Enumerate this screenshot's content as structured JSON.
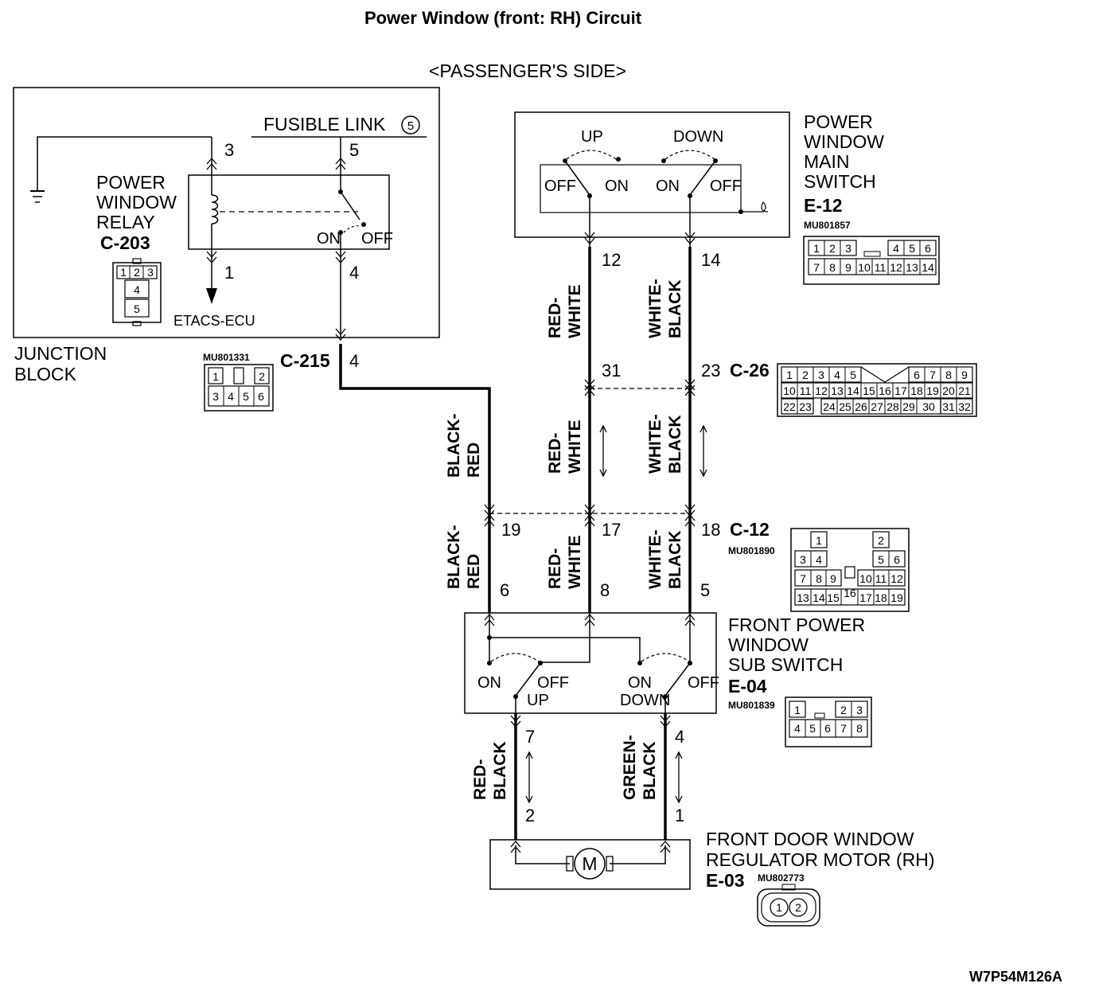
{
  "title": "Power Window (front: RH) Circuit",
  "subtitle": "<PASSENGER'S SIDE>",
  "junction_block": {
    "label_line1": "JUNCTION",
    "label_line2": "BLOCK",
    "fusible_link": "FUSIBLE LINK",
    "fusible_link_num": "5",
    "relay_line1": "POWER",
    "relay_line2": "WINDOW",
    "relay_line3": "RELAY",
    "relay_connector": "C-203",
    "relay_connector_pins": [
      "1",
      "2",
      "3",
      "4",
      "5"
    ],
    "relay_on": "ON",
    "relay_off": "OFF",
    "pin3": "3",
    "pin5": "5",
    "pin1": "1",
    "pin4": "4",
    "etacs": "ETACS-ECU",
    "c215_part": "MU801331",
    "c215_label": "C-215",
    "c215_pin": "4",
    "c215_pins": [
      "1",
      "2",
      "3",
      "4",
      "5",
      "6"
    ]
  },
  "main_switch": {
    "line1": "POWER",
    "line2": "WINDOW",
    "line3": "MAIN",
    "line4": "SWITCH",
    "connector": "E-12",
    "part": "MU801857",
    "up": "UP",
    "down": "DOWN",
    "off1": "OFF",
    "on1": "ON",
    "on2": "ON",
    "off2": "OFF",
    "pin12": "12",
    "pin14": "14",
    "pins_row1": [
      "1",
      "2",
      "3",
      "4",
      "5",
      "6"
    ],
    "pins_row2": [
      "7",
      "8",
      "9",
      "10",
      "11",
      "12",
      "13",
      "14"
    ]
  },
  "c26": {
    "label": "C-26",
    "pin31": "31",
    "pin23": "23",
    "row1": [
      "1",
      "2",
      "3",
      "4",
      "5",
      "6",
      "7",
      "8",
      "9"
    ],
    "row2": [
      "10",
      "11",
      "12",
      "13",
      "14",
      "15",
      "16",
      "17",
      "18",
      "19",
      "20",
      "21"
    ],
    "row3": [
      "22",
      "23",
      "24",
      "25",
      "26",
      "27",
      "28",
      "29",
      "30",
      "31",
      "32"
    ]
  },
  "c12": {
    "label": "C-12",
    "part": "MU801890",
    "pin19": "19",
    "pin17": "17",
    "pin18": "18",
    "pins": [
      "1",
      "2",
      "3",
      "4",
      "5",
      "6",
      "7",
      "8",
      "9",
      "10",
      "11",
      "12",
      "13",
      "14",
      "15",
      "16",
      "17",
      "18",
      "19"
    ]
  },
  "wires": {
    "red_white_a1": "RED-",
    "red_white_a2": "WHITE",
    "white_black_a1": "WHITE-",
    "white_black_a2": "BLACK",
    "black_red_1": "BLACK-",
    "black_red_2": "RED",
    "red_black_1": "RED-",
    "red_black_2": "BLACK",
    "green_black_1": "GREEN-",
    "green_black_2": "BLACK"
  },
  "sub_switch": {
    "line1": "FRONT POWER",
    "line2": "WINDOW",
    "line3": "SUB SWITCH",
    "connector": "E-04",
    "part": "MU801839",
    "pin6": "6",
    "pin8": "8",
    "pin5": "5",
    "pin7": "7",
    "pin4": "4",
    "on1": "ON",
    "off1": "OFF",
    "up": "UP",
    "on2": "ON",
    "down": "DOWN",
    "off2": "OFF",
    "pins_row1": [
      "1",
      "2",
      "3"
    ],
    "pins_row2": [
      "4",
      "5",
      "6",
      "7",
      "8"
    ]
  },
  "motor": {
    "line1": "FRONT DOOR WINDOW",
    "line2": "REGULATOR MOTOR (RH)",
    "connector": "E-03",
    "part": "MU802773",
    "symbol": "M",
    "pin2": "2",
    "pin1": "1",
    "pins": [
      "1",
      "2"
    ]
  },
  "footer_code": "W7P54M126A"
}
